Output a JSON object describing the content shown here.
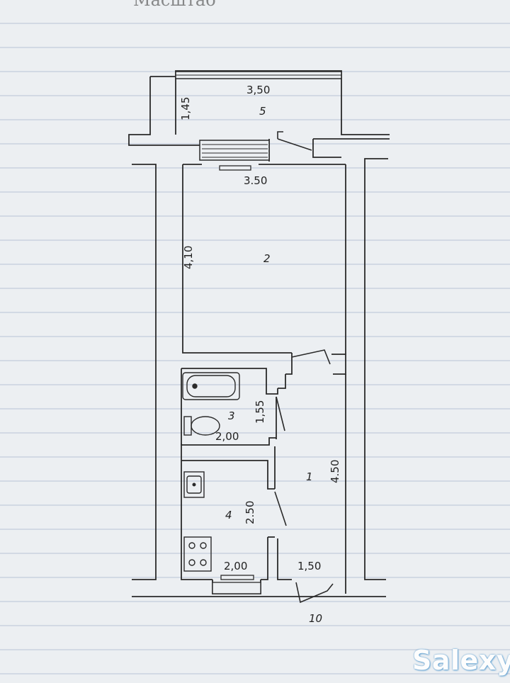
{
  "header_fragment": "Масштаб",
  "rooms": [
    {
      "number": "5",
      "width": "3,50",
      "length": "1,45"
    },
    {
      "number": "2",
      "width": "3.50",
      "length": "4,10"
    },
    {
      "number": "3",
      "width": "2,00",
      "length": "1,55"
    },
    {
      "number": "4",
      "width": "2,00",
      "length": "2.50"
    },
    {
      "number": "1",
      "width": "1,50",
      "length": "4.50"
    }
  ],
  "entrance_label": "10",
  "watermark": "Salexy"
}
